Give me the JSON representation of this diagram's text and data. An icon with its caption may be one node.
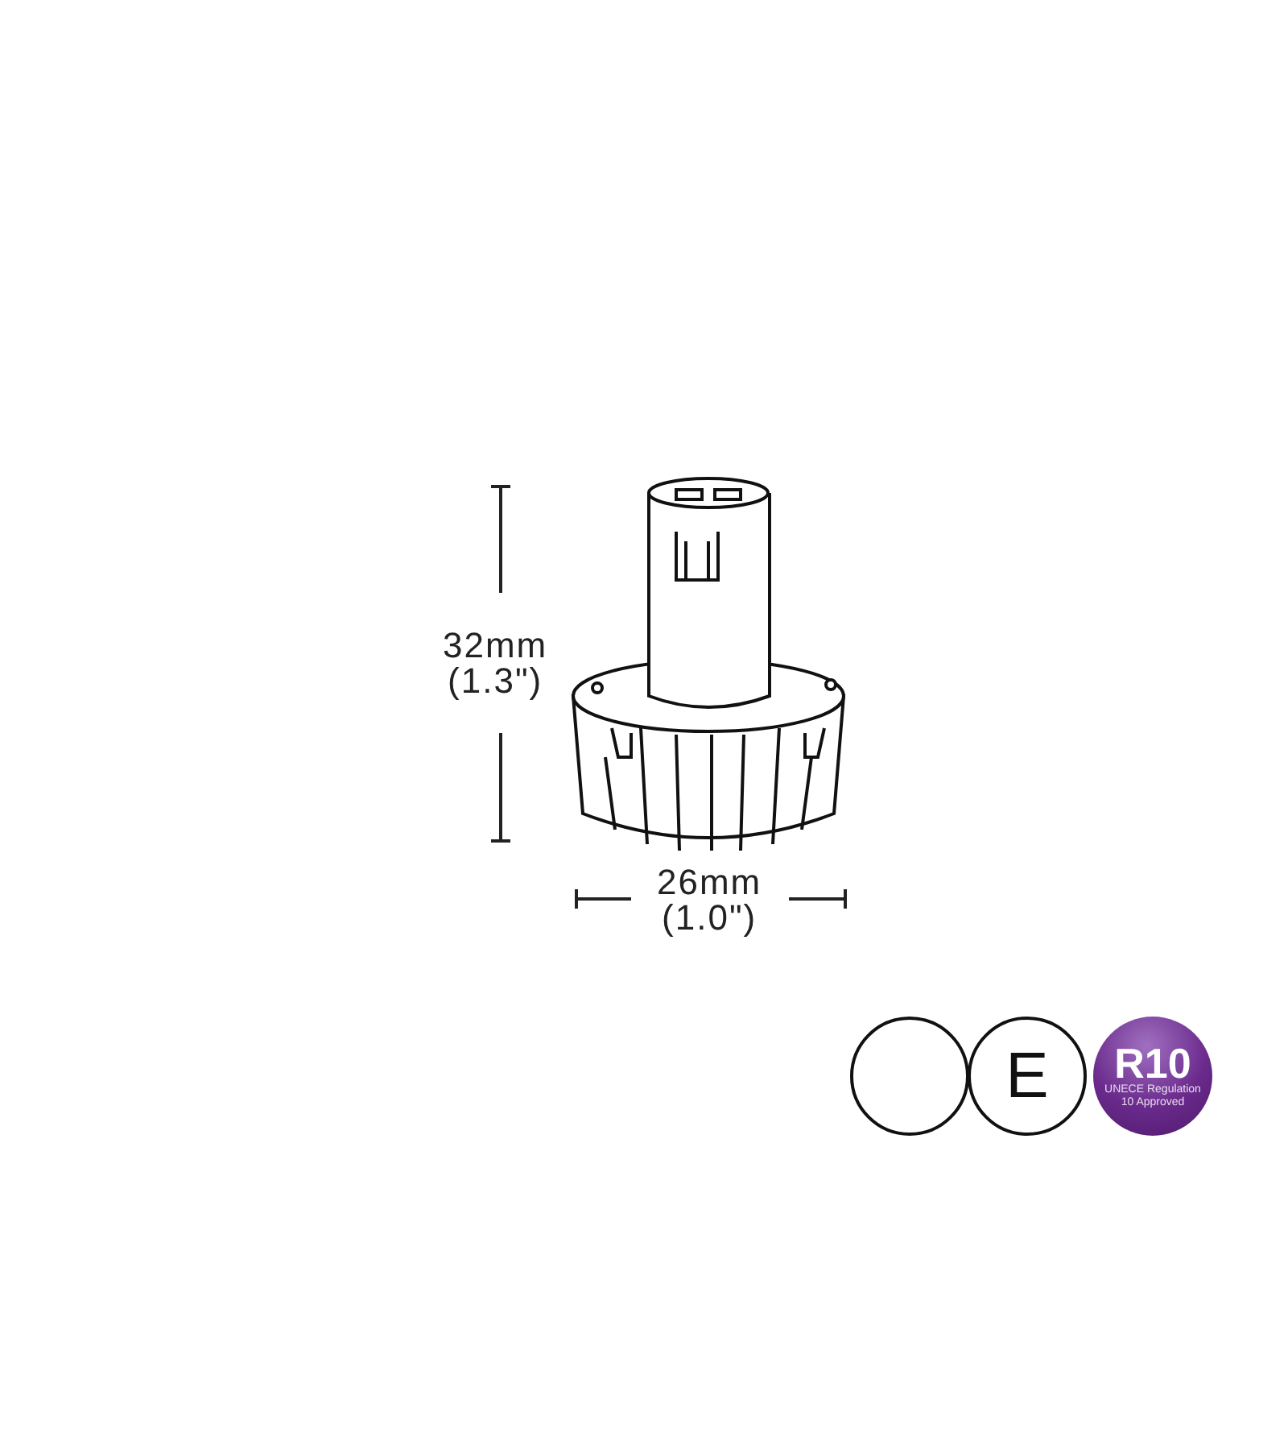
{
  "diagram": {
    "nodes": [
      {
        "text": [],
        "shape": "circle"
      },
      {
        "text": [
          "E"
        ]
      },
      {
        "text": [
          "R10",
          "UNECE Regulation 10 Approved"
        ]
      }
    ],
    "labels": [
      "32mm (1.3\")",
      "26mm (1.0\")"
    ]
  }
}
